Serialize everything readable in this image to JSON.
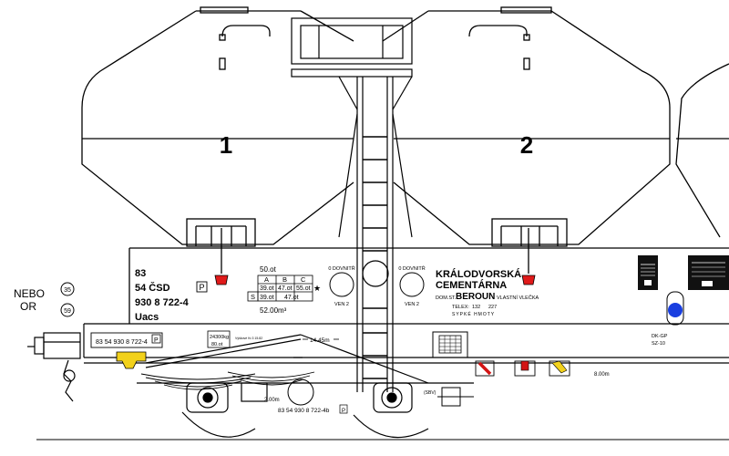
{
  "hoppers": {
    "left_number": "1",
    "right_number": "2"
  },
  "left_marking": {
    "railway_code": "83",
    "country_line": "54 ČSD",
    "country_badge": "P",
    "wagon_number": "930 8 722-4",
    "series": "Uacs"
  },
  "center_table": {
    "capacity_top": "50.ot",
    "headers": [
      "A",
      "B",
      "C"
    ],
    "row1": [
      "39.ot",
      "47.ot",
      "55.ot"
    ],
    "row1_mark": "★",
    "row2_label": "S",
    "row2": [
      "39.ot",
      "47.ot"
    ],
    "volume": "52.00m³"
  },
  "valves": {
    "inside_label": "0 DOVNITŘ",
    "outside_label": "VEN 2"
  },
  "company": {
    "line1": "KRÁLODVORSKÁ",
    "line2": "CEMENTÁRNA",
    "home_station_label": "DOM.ST.",
    "home_station": "BEROUN",
    "siding": "VLASTNÍ VLEČKA",
    "telex_label": "TELEX:",
    "telex_a": "132",
    "telex_b": "227",
    "cargo": "SYPKÉ HMOTY"
  },
  "frame": {
    "number_plate": "83 54 930 8 722-4",
    "plate_badge": "P",
    "tare_weight": "24300kg",
    "tare_sub": "80.ot",
    "small_note": "Výškové Kr.3 15.82",
    "length": "14.45m",
    "bogie_pitch": "2.00m",
    "distance_right": "8.00m",
    "bottom_number": "83 54 930 8 722-4b",
    "bottom_badge": "P",
    "sbv": "(SBV)",
    "dk_gp": "DK-GP",
    "dk_gp_sub": "SZ-10"
  },
  "side_labels": {
    "nebo": "NEBO",
    "or": "OR",
    "circle_top": "35",
    "circle_bottom": "59"
  },
  "colors": {
    "valve_red": "#e01a1a",
    "light_blue": "#1a3fe0",
    "coupling_yellow": "#f2d11b",
    "handle_red": "#d21414",
    "handle_yellow": "#f2d11b"
  }
}
